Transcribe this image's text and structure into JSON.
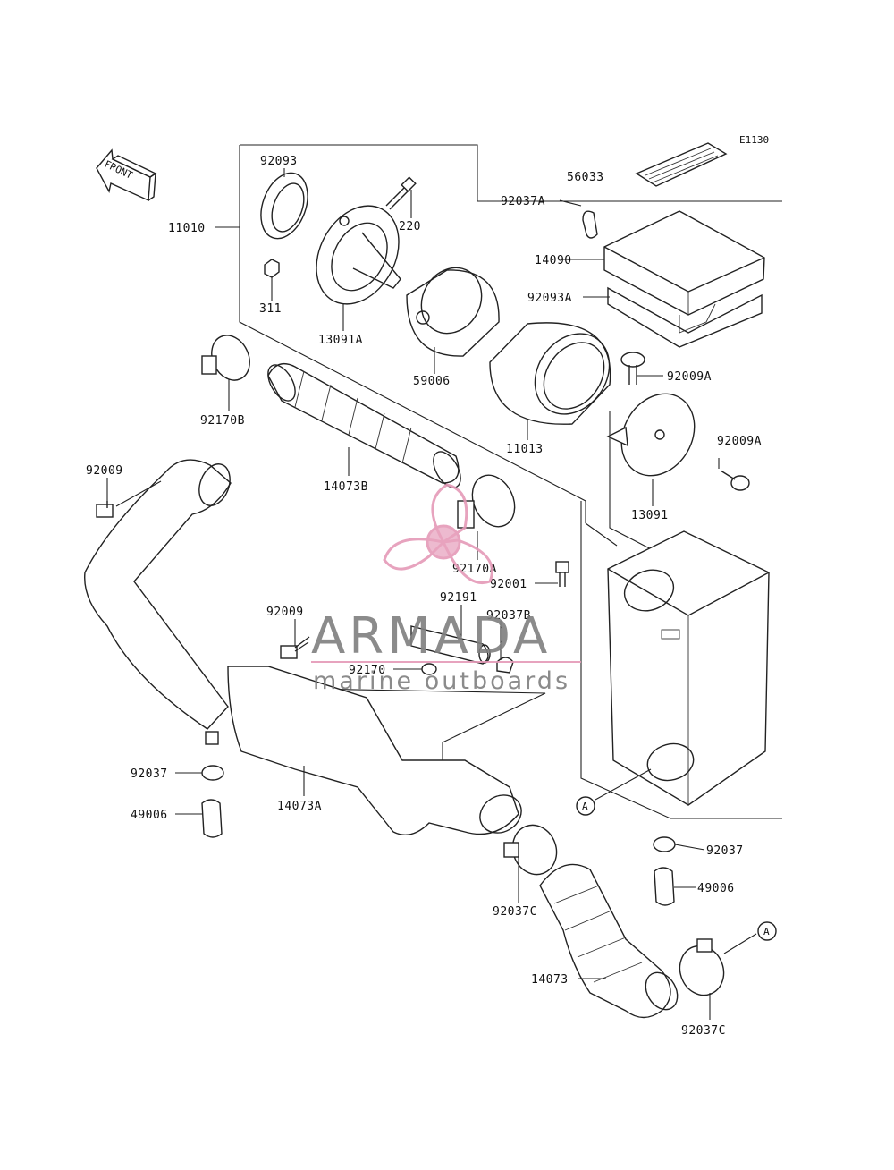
{
  "diagram": {
    "code": "E1130",
    "front_label": "FRONT",
    "ref_marker": "A"
  },
  "labels": [
    "92093",
    "56033",
    "220",
    "92037A",
    "11010",
    "14090",
    "92093A",
    "311",
    "13091A",
    "59006",
    "92009A",
    "92170B",
    "11013",
    "92009A",
    "92009",
    "14073B",
    "13091",
    "92170A",
    "92001",
    "92191",
    "92037B",
    "92009",
    "92170",
    "92037",
    "14073A",
    "49006",
    "92037",
    "49006",
    "92037C",
    "14073",
    "92037C"
  ],
  "watermark": {
    "brand": "ARMADA",
    "tagline": "marine outboards",
    "accent_color": "#e59ab8",
    "text_color": "#7f7f7f"
  }
}
